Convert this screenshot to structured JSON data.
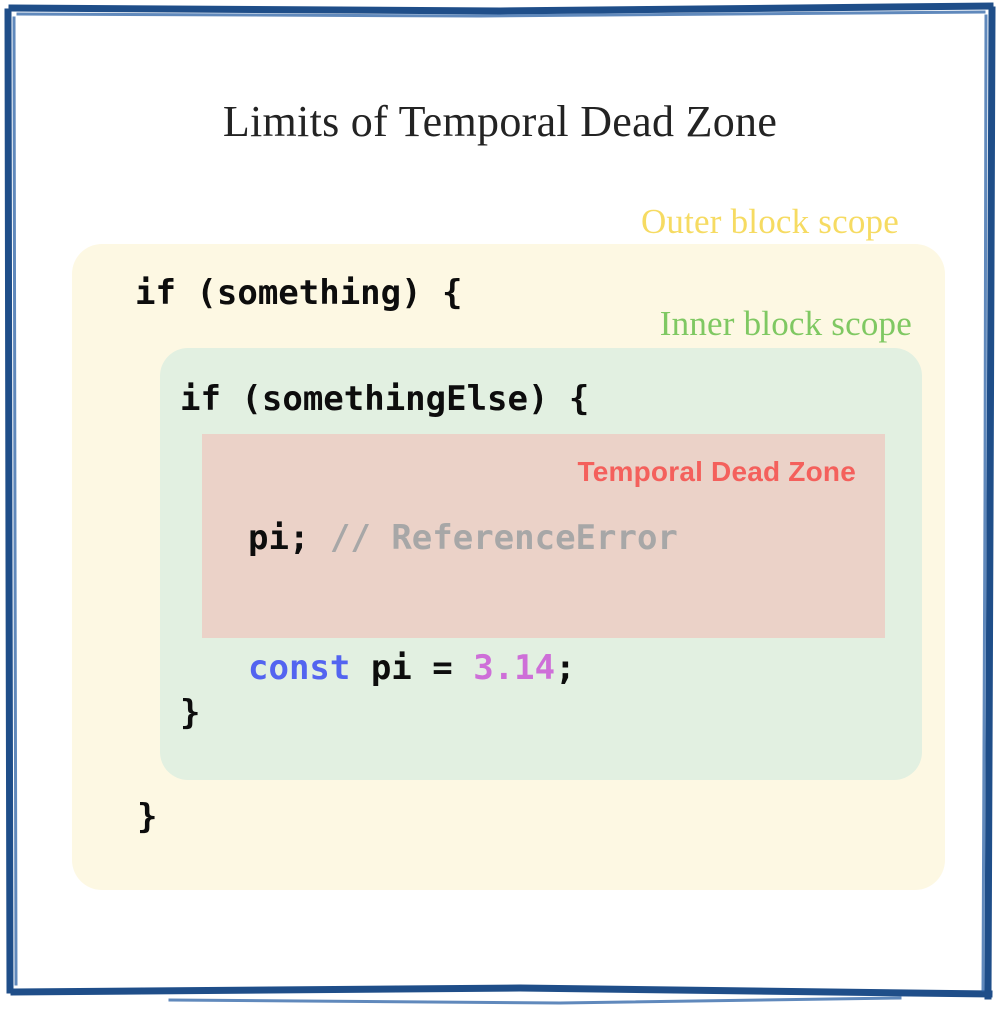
{
  "page": {
    "title": "Limits of Temporal Dead Zone",
    "background_color": "#ffffff",
    "frame_color": "#1F4E89"
  },
  "scopes": {
    "outer": {
      "label": "Outer block scope",
      "label_color": "#F6DB62",
      "background_color": "#FDF8E3"
    },
    "inner": {
      "label": "Inner block scope",
      "label_color": "#7FC862",
      "background_color": "#E2F0E1"
    },
    "tdz": {
      "label": "Temporal Dead Zone",
      "label_color": "#F4605C",
      "background_color": "#EBD2C8"
    }
  },
  "code": {
    "outer_if": "if (something) {",
    "inner_if": "if (somethingElse) {",
    "pi_statement": "pi;",
    "pi_comment": "// ReferenceError",
    "const_keyword": "const",
    "const_name": " pi = ",
    "const_value": "3.14",
    "const_terminator": ";",
    "inner_close": "}",
    "outer_close": "}"
  },
  "syntax_colors": {
    "keyword": "#5364F0",
    "number": "#CE6FD8",
    "comment": "#A7A7A7",
    "plain": "#0d0d0d"
  }
}
